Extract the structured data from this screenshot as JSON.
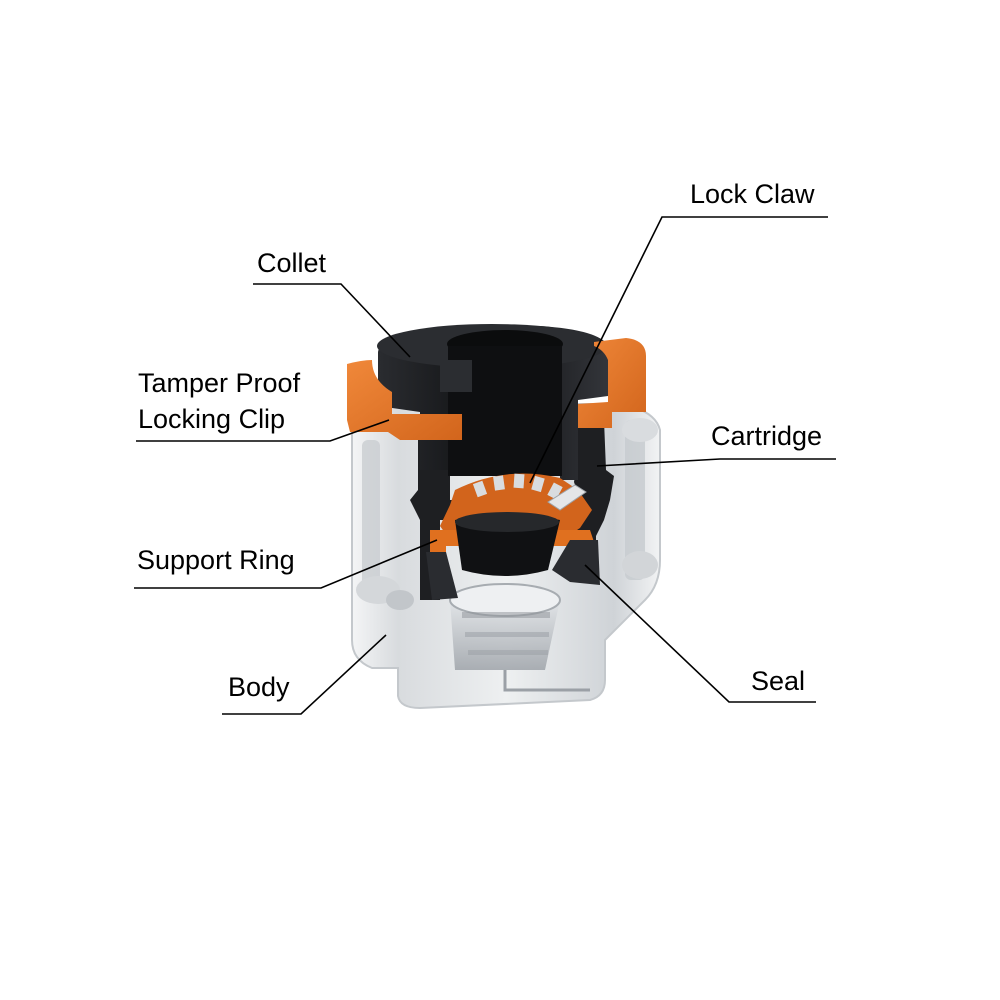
{
  "diagram": {
    "subject": "push-fit fitting cross-section",
    "colors": {
      "background": "#ffffff",
      "orange": "#e8782a",
      "orange_dark": "#c85e18",
      "black_part": "#1c1d20",
      "black_part_light": "#3a3c40",
      "clear_body": "#e6e8ea",
      "clear_body_shade": "#b9bdc2",
      "leader_line": "#000000"
    },
    "labels": [
      {
        "id": "lock-claw",
        "text": "Lock Claw"
      },
      {
        "id": "collet",
        "text": "Collet"
      },
      {
        "id": "tamper",
        "line1": "Tamper Proof",
        "line2": "Locking Clip"
      },
      {
        "id": "cartridge",
        "text": "Cartridge"
      },
      {
        "id": "support-ring",
        "text": "Support Ring"
      },
      {
        "id": "seal",
        "text": "Seal"
      },
      {
        "id": "body",
        "text": "Body"
      }
    ]
  }
}
